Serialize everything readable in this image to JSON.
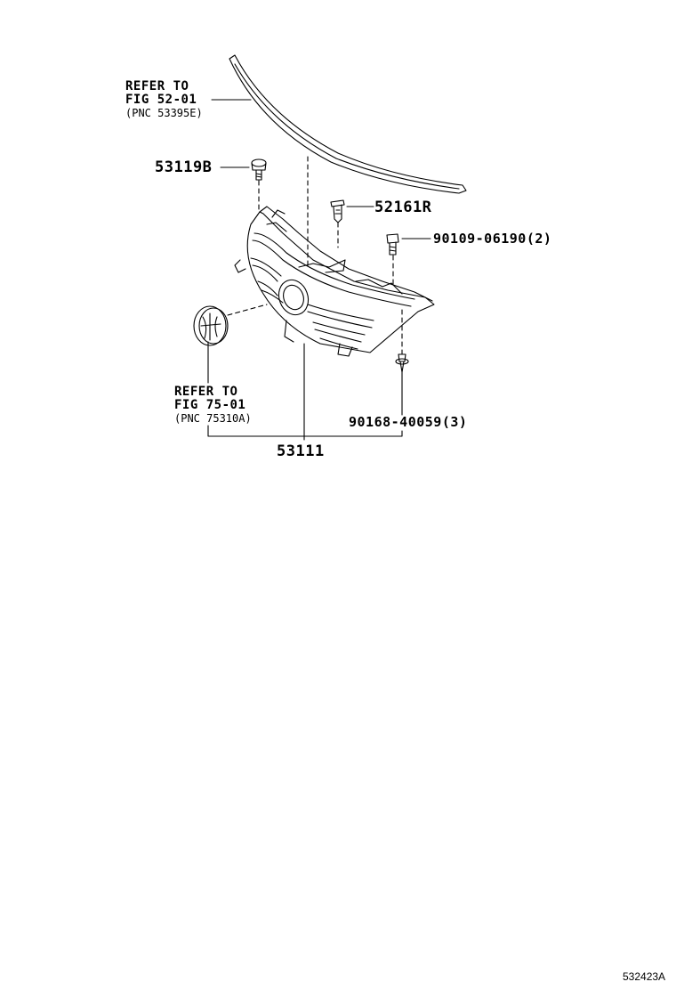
{
  "parts": {
    "top_molding_ref": {
      "line1": "REFER TO",
      "line2": "FIG 52-01",
      "pnc": "(PNC 53395E)"
    },
    "screw_53119B": "53119B",
    "clip_52161R": "52161R",
    "bolt_90109": "90109-06190(2)",
    "emblem_ref": {
      "line1": "REFER TO",
      "line2": "FIG 75-01",
      "pnc": "(PNC 75310A)"
    },
    "screw_90168": "90168-40059(3)",
    "grille_53111": "53111"
  },
  "figure_id": "532423A",
  "colors": {
    "line": "#000000",
    "background": "#ffffff"
  }
}
